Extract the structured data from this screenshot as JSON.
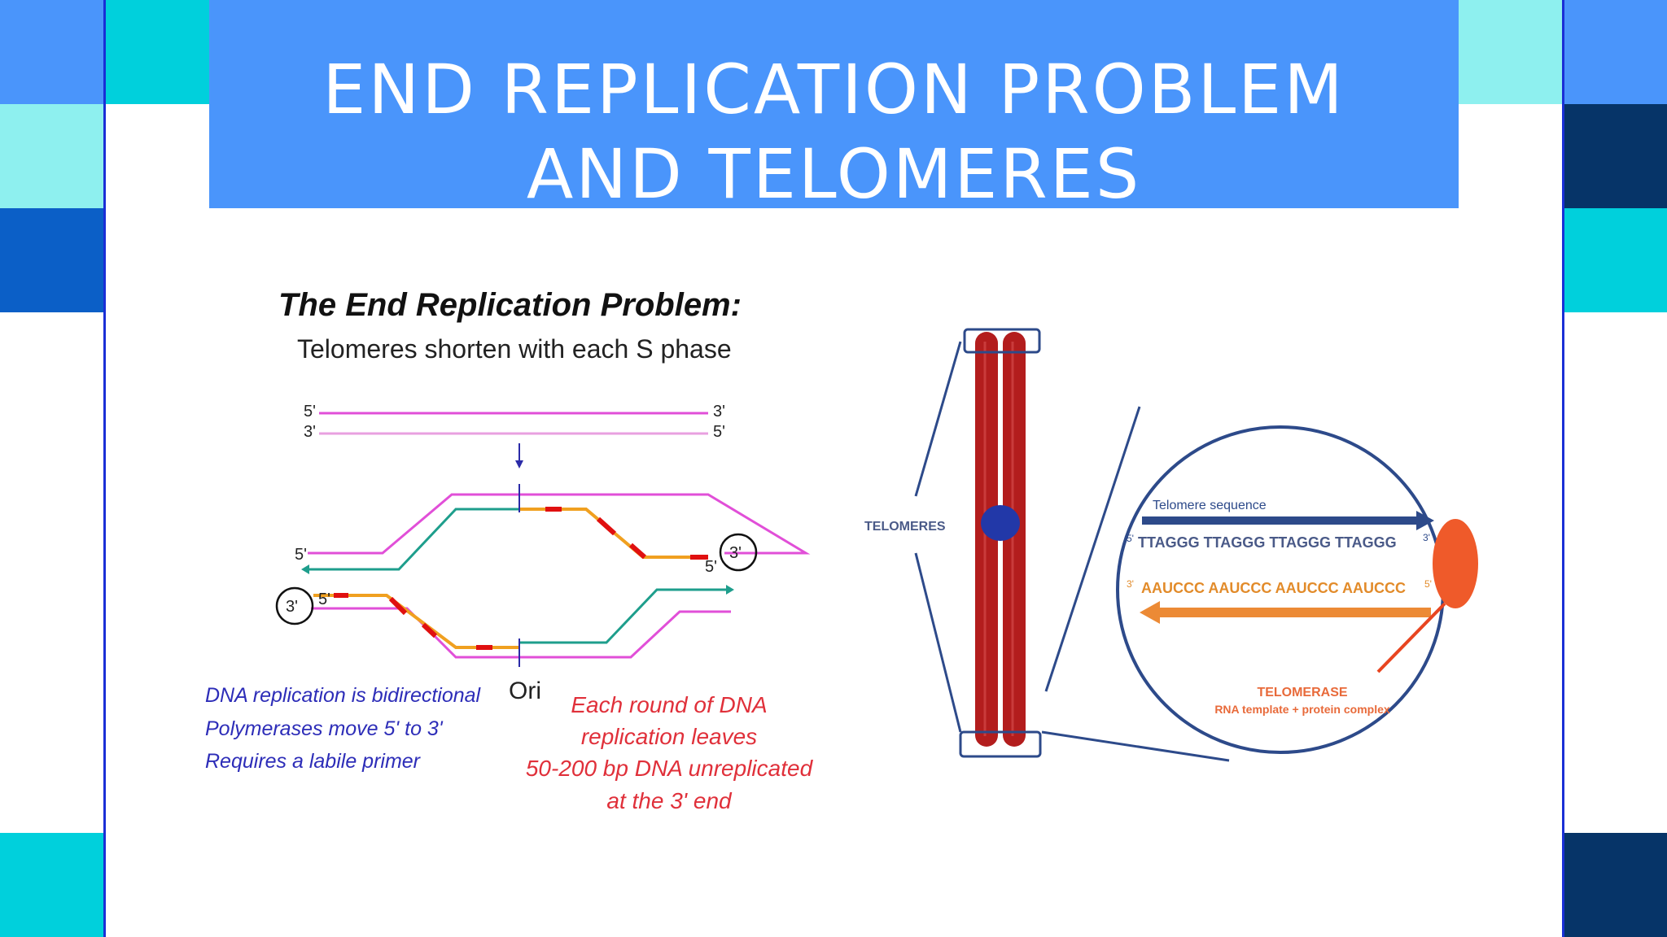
{
  "slide": {
    "title": "END REPLICATION PROBLEM\nAND TELOMERES"
  },
  "colors": {
    "title_band": "#4a95fb",
    "deco_cyan": "#00d0dc",
    "deco_light_cyan": "#8ef0ef",
    "deco_blue": "#4a95fb",
    "deco_royal": "#0b5fc7",
    "deco_navy": "#063468"
  },
  "left_figure": {
    "title": "The End Replication Problem:",
    "subtitle": "Telomeres shorten with each S phase",
    "top_strand_5": "5'",
    "top_strand_3": "3'",
    "bottom_strand_3": "3'",
    "bottom_strand_5": "5'",
    "fork_upper_5": "5'",
    "fork_right_circle": "3'",
    "fork_right_5": "5'",
    "fork_left_circle": "3'",
    "fork_left_5": "5'",
    "ori": "Ori",
    "notes": [
      "DNA replication is bidirectional",
      "Polymerases move 5' to 3'",
      "Requires a labile primer"
    ],
    "red_notes": [
      "Each round of DNA",
      "replication leaves",
      "50-200 bp DNA unreplicated",
      "at the 3' end"
    ]
  },
  "right_figure": {
    "telomeres_label": "TELOMERES",
    "telomere_sequence_label": "Telomere sequence",
    "seq_top_5": "5'",
    "seq_top": "TTAGGG TTAGGG TTAGGG TTAGGG",
    "seq_top_3": "3'",
    "seq_bottom_3": "3'",
    "seq_bottom": "AAUCCC AAUCCC AAUCCC AAUCCC",
    "seq_bottom_5": "5'",
    "telomerase": "TELOMERASE",
    "telomerase_desc": "RNA template + protein complex"
  }
}
